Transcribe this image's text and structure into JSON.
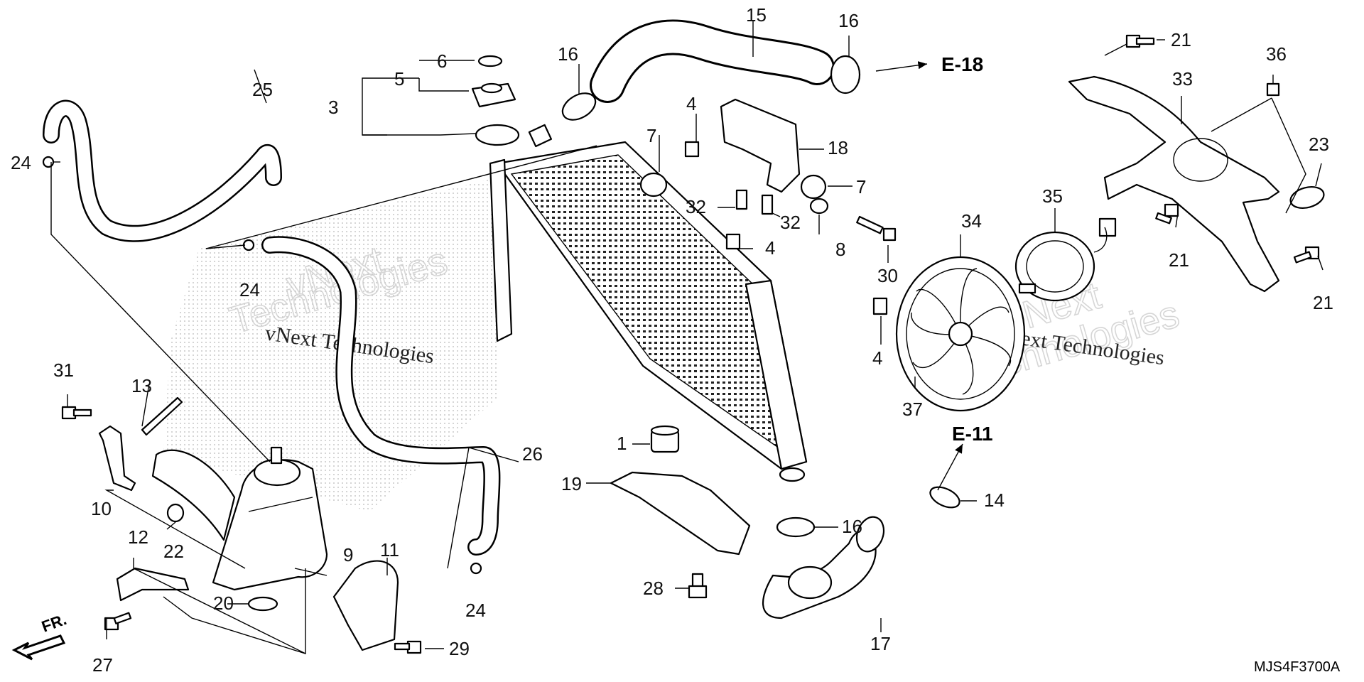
{
  "callouts": {
    "c1": "1",
    "c3": "3",
    "c4a": "4",
    "c4b": "4",
    "c4c": "4",
    "c5": "5",
    "c6": "6",
    "c7a": "7",
    "c7b": "7",
    "c8": "8",
    "c9": "9",
    "c10": "10",
    "c11": "11",
    "c12": "12",
    "c13": "13",
    "c14": "14",
    "c15": "15",
    "c16a": "16",
    "c16b": "16",
    "c16c": "16",
    "c17": "17",
    "c18": "18",
    "c19": "19",
    "c20": "20",
    "c21a": "21",
    "c21b": "21",
    "c21c": "21",
    "c22": "22",
    "c23": "23",
    "c24a": "24",
    "c24b": "24",
    "c24c": "24",
    "c25": "25",
    "c26": "26",
    "c27": "27",
    "c28": "28",
    "c29": "29",
    "c30": "30",
    "c31": "31",
    "c32a": "32",
    "c32b": "32",
    "c33": "33",
    "c34": "34",
    "c35": "35",
    "c36": "36",
    "c37": "37"
  },
  "references": {
    "e18": "E-18",
    "e11": "E-11"
  },
  "direction": "FR.",
  "diagram_code": "MJS4F3700A",
  "watermark": {
    "brand": "vNext",
    "word": "Technologies",
    "line": "vNext Technologies"
  }
}
